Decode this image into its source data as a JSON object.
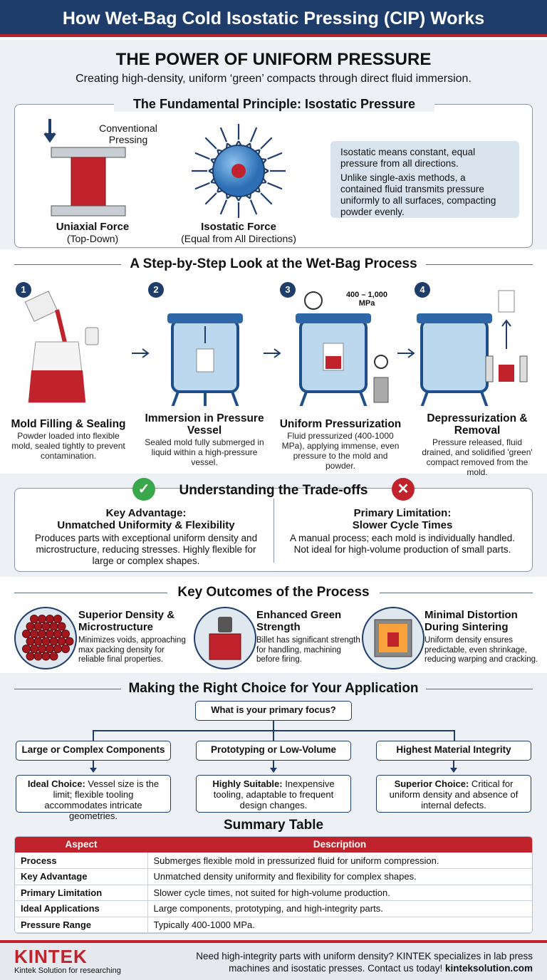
{
  "header": {
    "title": "How Wet-Bag Cold Isostatic Pressing (CIP) Works"
  },
  "intro": {
    "title": "THE POWER OF UNIFORM PRESSURE",
    "subtitle": "Creating high-density, uniform ‘green’ compacts through direct fluid immersion."
  },
  "principle": {
    "title": "The Fundamental Principle: Isostatic Pressure",
    "conventional_label": "Conventional\nPressing",
    "uniaxial_title": "Uniaxial Force",
    "uniaxial_sub": "(Top-Down)",
    "isostatic_title": "Isostatic Force",
    "isostatic_sub": "(Equal from All Directions)",
    "note1": "Isostatic means constant, equal pressure from all directions.",
    "note2": "Unlike single-axis methods, a contained fluid transmits pressure uniformly to all surfaces, compacting powder evenly."
  },
  "process": {
    "title": "A Step-by-Step Look at the Wet-Bag Process",
    "pressure_label": "400 – 1,000\nMPa",
    "steps": [
      {
        "num": "1",
        "title": "Mold Filling & Sealing",
        "desc": "Powder loaded into flexible mold, sealed tightly to prevent contamination."
      },
      {
        "num": "2",
        "title": "Immersion in Pressure Vessel",
        "desc": "Sealed mold fully submerged in liquid within a high-pressure vessel."
      },
      {
        "num": "3",
        "title": "Uniform Pressurization",
        "desc": "Fluid pressurized (400-1000 MPa), applying immense, even pressure to the mold and powder."
      },
      {
        "num": "4",
        "title": "Depressurization & Removal",
        "desc": "Pressure released, fluid drained, and solidified 'green' compact removed from the mold."
      }
    ]
  },
  "tradeoffs": {
    "title": "Understanding the Trade-offs",
    "advantage": {
      "title": "Key Advantage:\nUnmatched Uniformity & Flexibility",
      "desc": "Produces parts with exceptional uniform density and microstructure, reducing stresses. Highly flexible for large or complex shapes."
    },
    "limitation": {
      "title": "Primary Limitation:\nSlower Cycle Times",
      "desc": "A manual process; each mold is individually handled. Not ideal for high-volume production of small parts."
    }
  },
  "outcomes": {
    "title": "Key Outcomes of the Process",
    "items": [
      {
        "title": "Superior Density & Microstructure",
        "desc": "Minimizes voids, approaching max packing density for reliable final properties."
      },
      {
        "title": "Enhanced Green Strength",
        "desc": "Billet has significant strength for handling, machining before firing."
      },
      {
        "title": "Minimal Distortion During Sintering",
        "desc": "Uniform density ensures predictable, even shrinkage, reducing warping and cracking."
      }
    ]
  },
  "choice": {
    "title": "Making the Right Choice for Your Application",
    "question": "What is your primary focus?",
    "options": [
      {
        "label": "Large or Complex Components",
        "bold": "Ideal Choice:",
        "desc": " Vessel size is the limit; flexible tooling accommodates intricate geometries."
      },
      {
        "label": "Prototyping or Low-Volume",
        "bold": "Highly Suitable:",
        "desc": " Inexpensive tooling, adaptable to frequent design changes."
      },
      {
        "label": "Highest Material Integrity",
        "bold": "Superior Choice:",
        "desc": " Critical for uniform density and absence of internal defects."
      }
    ]
  },
  "summary": {
    "title": "Summary Table",
    "headers": [
      "Aspect",
      "Description"
    ],
    "rows": [
      [
        "Process",
        "Submerges flexible mold in pressurized fluid for uniform compression."
      ],
      [
        "Key Advantage",
        "Unmatched density uniformity and flexibility for complex shapes."
      ],
      [
        "Primary Limitation",
        "Slower cycle times, not suited for high-volume production."
      ],
      [
        "Ideal Applications",
        "Large components, prototyping, and high-integrity parts."
      ],
      [
        "Pressure Range",
        "Typically 400-1000 MPa."
      ]
    ]
  },
  "footer": {
    "logo": "KINTEK",
    "tagline": "Kintek Solution for researching",
    "cta": "Need high-integrity parts with uniform density? KINTEK specializes in lab press machines and isostatic presses. Contact us today! ",
    "link": "kinteksolution.com"
  },
  "colors": {
    "navy": "#1e3d6b",
    "red": "#c0232b",
    "light": "#edf1f5",
    "check": "#3aa84a"
  }
}
